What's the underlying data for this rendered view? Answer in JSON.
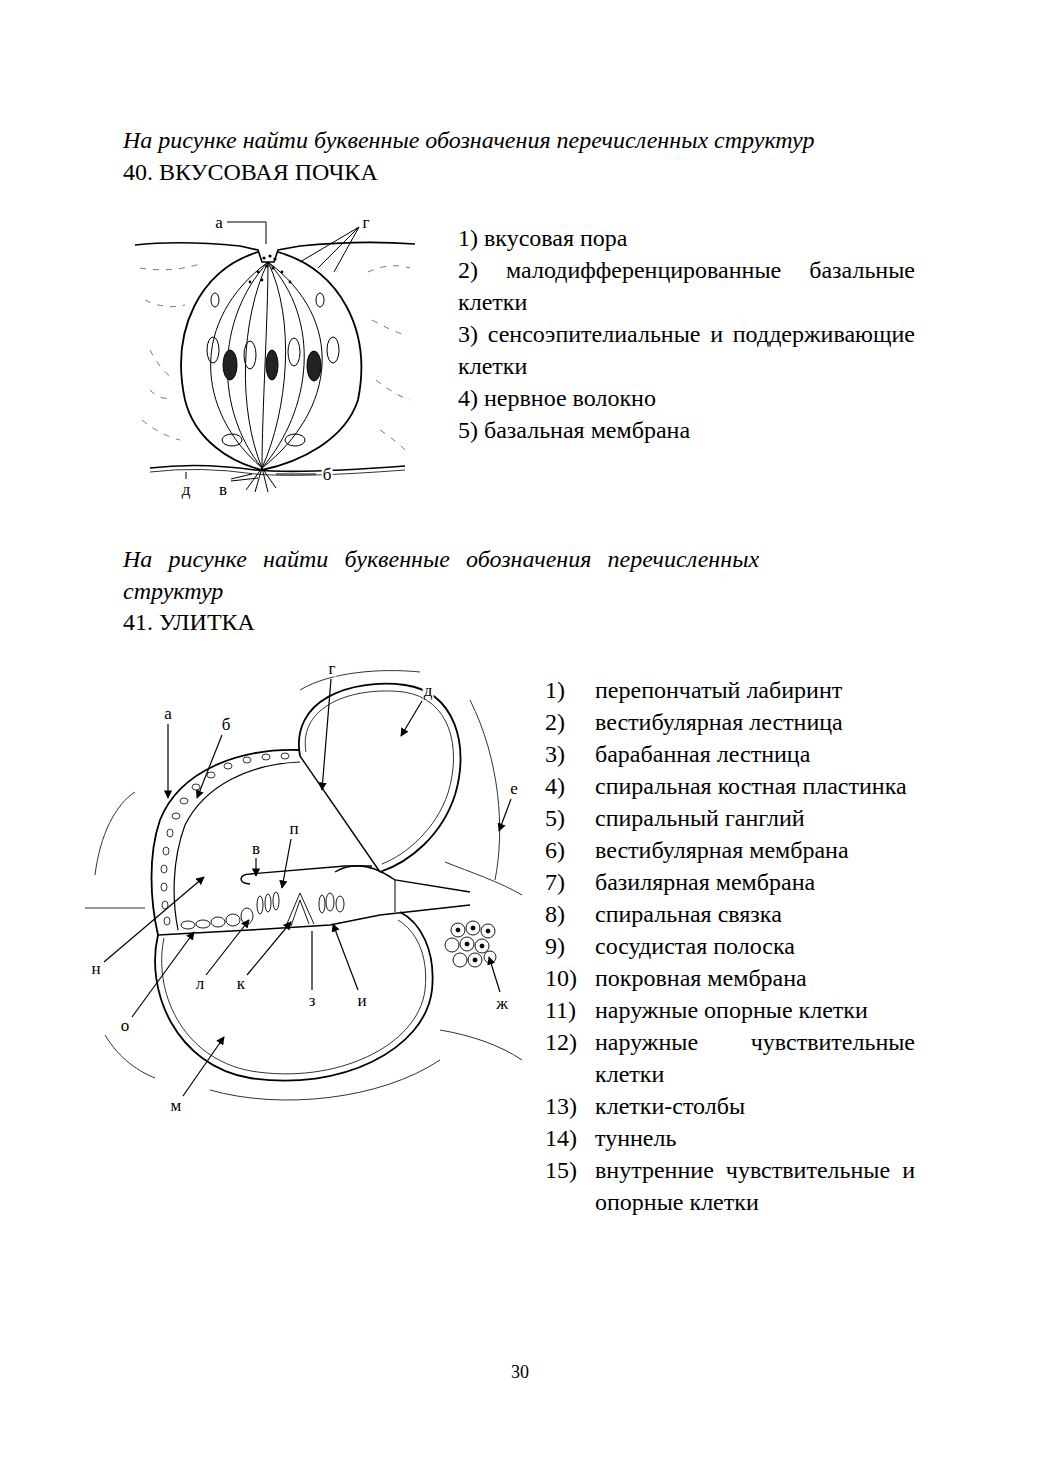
{
  "diagram": {
    "labels": [
      "На рисунке найти буквенные обозначения перечисленных структур",
      "40. ВКУСОВАЯ ПОЧКА",
      "а",
      "г",
      "д",
      "в",
      "б",
      "1) вкусовая пора",
      "2) малодифференцированные базальные клетки",
      "3) сенсоэпителиальные и поддерживающие клетки",
      "4) нервное волокно",
      "5) базальная мембрана",
      "На рисунке найти буквенные обозначения перечисленных структур",
      "41. УЛИТКА",
      "а",
      "б",
      "в",
      "г",
      "д",
      "е",
      "ж",
      "з",
      "и",
      "к",
      "л",
      "м",
      "н",
      "о",
      "п",
      "1)",
      "перепончатый лабиринт",
      "2)",
      "вестибулярная лестница",
      "3)",
      "барабанная лестница",
      "4)",
      "спиральная костная пластинка",
      "5)",
      "спиральный ганглий",
      "6)",
      "вестибулярная мембрана",
      "7)",
      "базилярная мембрана",
      "8)",
      "спиральная связка",
      "9)",
      "сосудистая полоска",
      "10)",
      "покровная мембрана",
      "11)",
      "наружные опорные клетки",
      "12)",
      "наружные чувствительные клетки",
      "13)",
      "клетки-столбы",
      "14)",
      "туннель",
      "15)",
      "внутренние чувствительные и опорные клетки",
      "30"
    ]
  }
}
